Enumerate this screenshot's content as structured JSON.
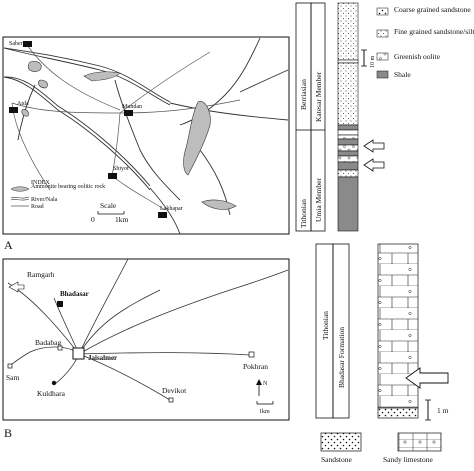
{
  "figure": {
    "panels": [
      {
        "id": "A",
        "label": "A",
        "map": {
          "places": [
            "Sabera",
            "Atda",
            "Mundan",
            "Shiyot",
            "Lakhapar"
          ],
          "index": {
            "title": "INDEX",
            "items": [
              "Ammonite bearing oolitic rock",
              "River/Nala",
              "Road"
            ]
          },
          "scale": {
            "label": "Scale",
            "start": "0",
            "end": "1km"
          }
        },
        "column": {
          "stages": [
            "Berriasian",
            "Tithonian"
          ],
          "members": [
            "Katesar Member",
            "Umia Member"
          ],
          "scale_bar": "10 m",
          "legend": [
            {
              "pattern": "coarse-sandstone",
              "label": "Coarse grained sandstone"
            },
            {
              "pattern": "fine-sandstone",
              "label": "Fine grained sandstone/siltstone"
            },
            {
              "pattern": "oolite",
              "label": "Greenish oolite"
            },
            {
              "pattern": "shale",
              "label": "Shale"
            }
          ]
        }
      },
      {
        "id": "B",
        "label": "B",
        "map": {
          "places": [
            "Ramgarh",
            "Bhadasar",
            "Badabag",
            "Jaisalmer",
            "Sam",
            "Kuldhara",
            "Devikot",
            "Pokhran"
          ],
          "north": "N",
          "scale": "1km"
        },
        "column": {
          "stage": "Tithonian",
          "formation": "Bhadasar Formation",
          "scale_bar": "1 m",
          "legend": [
            "Sandstone",
            "Sandy limestone"
          ]
        }
      }
    ],
    "colors": {
      "ink": "#111111",
      "shale": "#8a8a8a",
      "oolite_body": "#bdbdbd",
      "road": "#333333"
    }
  }
}
